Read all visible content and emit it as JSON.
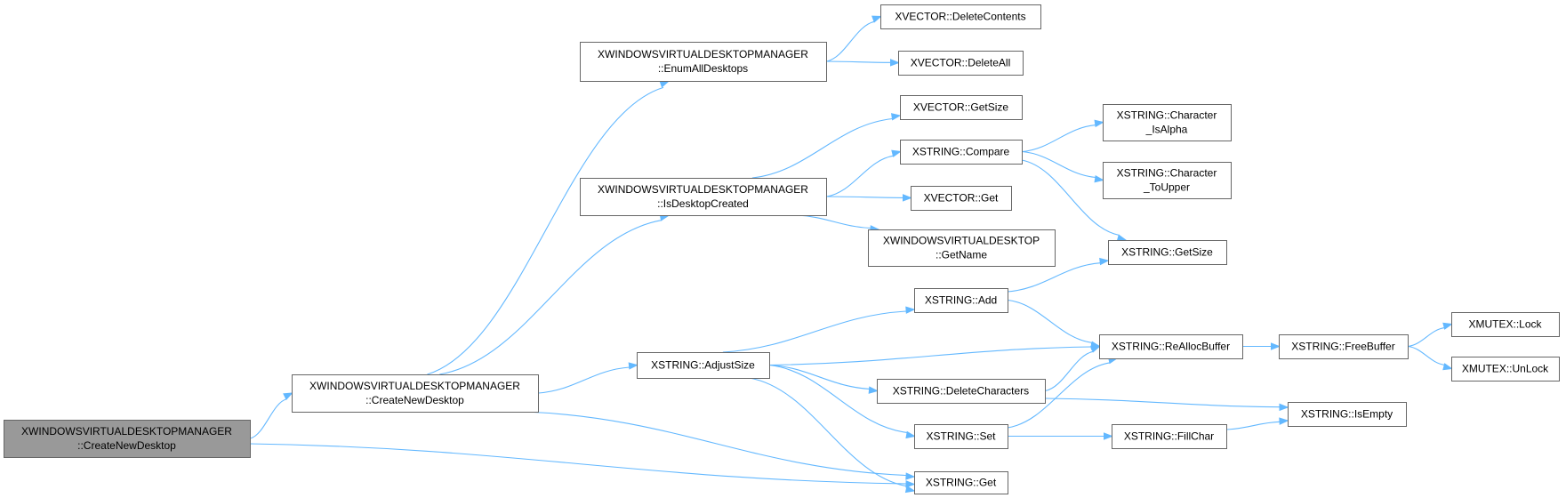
{
  "graph": {
    "nodes": [
      {
        "id": "root",
        "lines": [
          "XWINDOWSVIRTUALDESKTOPMANAGER",
          "::CreateNewDesktop"
        ],
        "highlight": true
      },
      {
        "id": "create",
        "lines": [
          "XWINDOWSVIRTUALDESKTOPMANAGER",
          "::CreateNewDesktop"
        ]
      },
      {
        "id": "enum",
        "lines": [
          "XWINDOWSVIRTUALDESKTOPMANAGER",
          "::EnumAllDesktops"
        ]
      },
      {
        "id": "created",
        "lines": [
          "XWINDOWSVIRTUALDESKTOPMANAGER",
          "::IsDesktopCreated"
        ]
      },
      {
        "id": "adjust",
        "lines": [
          "XSTRING::AdjustSize"
        ]
      },
      {
        "id": "get",
        "lines": [
          "XSTRING::Get"
        ]
      },
      {
        "id": "vdelcont",
        "lines": [
          "XVECTOR::DeleteContents"
        ]
      },
      {
        "id": "vdelall",
        "lines": [
          "XVECTOR::DeleteAll"
        ]
      },
      {
        "id": "vgetsize",
        "lines": [
          "XVECTOR::GetSize"
        ]
      },
      {
        "id": "compare",
        "lines": [
          "XSTRING::Compare"
        ]
      },
      {
        "id": "vget",
        "lines": [
          "XVECTOR::Get"
        ]
      },
      {
        "id": "getname",
        "lines": [
          "XWINDOWSVIRTUALDESKTOP",
          "::GetName"
        ]
      },
      {
        "id": "isalpha",
        "lines": [
          "XSTRING::Character",
          "_IsAlpha"
        ]
      },
      {
        "id": "toupper",
        "lines": [
          "XSTRING::Character",
          "_ToUpper"
        ]
      },
      {
        "id": "sgetsize",
        "lines": [
          "XSTRING::GetSize"
        ]
      },
      {
        "id": "add",
        "lines": [
          "XSTRING::Add"
        ]
      },
      {
        "id": "realloc",
        "lines": [
          "XSTRING::ReAllocBuffer"
        ]
      },
      {
        "id": "delchars",
        "lines": [
          "XSTRING::DeleteCharacters"
        ]
      },
      {
        "id": "set",
        "lines": [
          "XSTRING::Set"
        ]
      },
      {
        "id": "freebuf",
        "lines": [
          "XSTRING::FreeBuffer"
        ]
      },
      {
        "id": "fillchar",
        "lines": [
          "XSTRING::FillChar"
        ]
      },
      {
        "id": "isempty",
        "lines": [
          "XSTRING::IsEmpty"
        ]
      },
      {
        "id": "lock",
        "lines": [
          "XMUTEX::Lock"
        ]
      },
      {
        "id": "unlock",
        "lines": [
          "XMUTEX::UnLock"
        ]
      }
    ],
    "edges": [
      [
        "root",
        "create"
      ],
      [
        "root",
        "get"
      ],
      [
        "create",
        "enum"
      ],
      [
        "create",
        "created"
      ],
      [
        "create",
        "adjust"
      ],
      [
        "create",
        "get"
      ],
      [
        "enum",
        "vdelcont"
      ],
      [
        "enum",
        "vdelall"
      ],
      [
        "created",
        "vgetsize"
      ],
      [
        "created",
        "compare"
      ],
      [
        "created",
        "vget"
      ],
      [
        "created",
        "getname"
      ],
      [
        "compare",
        "isalpha"
      ],
      [
        "compare",
        "toupper"
      ],
      [
        "compare",
        "sgetsize"
      ],
      [
        "adjust",
        "add"
      ],
      [
        "adjust",
        "realloc"
      ],
      [
        "adjust",
        "delchars"
      ],
      [
        "adjust",
        "set"
      ],
      [
        "adjust",
        "get"
      ],
      [
        "add",
        "sgetsize"
      ],
      [
        "add",
        "realloc"
      ],
      [
        "delchars",
        "realloc"
      ],
      [
        "delchars",
        "isempty"
      ],
      [
        "set",
        "realloc"
      ],
      [
        "set",
        "fillchar"
      ],
      [
        "realloc",
        "freebuf"
      ],
      [
        "fillchar",
        "isempty"
      ],
      [
        "freebuf",
        "lock"
      ],
      [
        "freebuf",
        "unlock"
      ]
    ]
  },
  "colors": {
    "edge": "#63b8ff",
    "node_border": "#666666",
    "root_fill": "#999999",
    "node_fill": "#ffffff"
  }
}
